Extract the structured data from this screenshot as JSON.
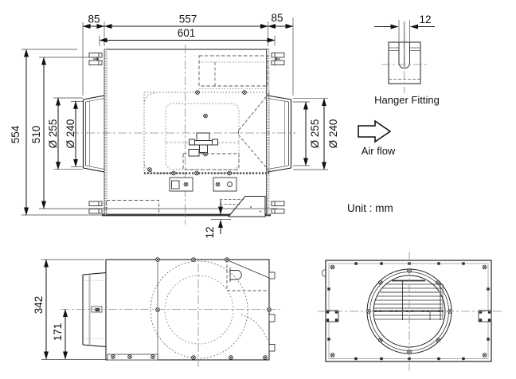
{
  "unit_label": "Unit : mm",
  "top_view": {
    "dim_duct_left": "85",
    "dim_body_width": "557",
    "dim_overall_width": "601",
    "dim_duct_right": "85",
    "dim_overall_depth": "554",
    "dim_hanger_pitch": "510",
    "dim_left_outer_dia": "Ø 255",
    "dim_left_inner_dia": "Ø 240",
    "dim_right_outer_dia": "Ø 255",
    "dim_right_inner_dia": "Ø 240",
    "dim_bottom_offset": "12"
  },
  "hanger_detail": {
    "dim_slot_width": "12",
    "caption": "Hanger Fitting"
  },
  "airflow": {
    "caption": "Air flow"
  },
  "side_view": {
    "dim_overall_height": "342",
    "dim_axis_height": "171"
  },
  "colors": {
    "line": "#1a1a1a",
    "dim_text": "#111111",
    "centerline": "#8a8a8a",
    "background": "#ffffff"
  }
}
